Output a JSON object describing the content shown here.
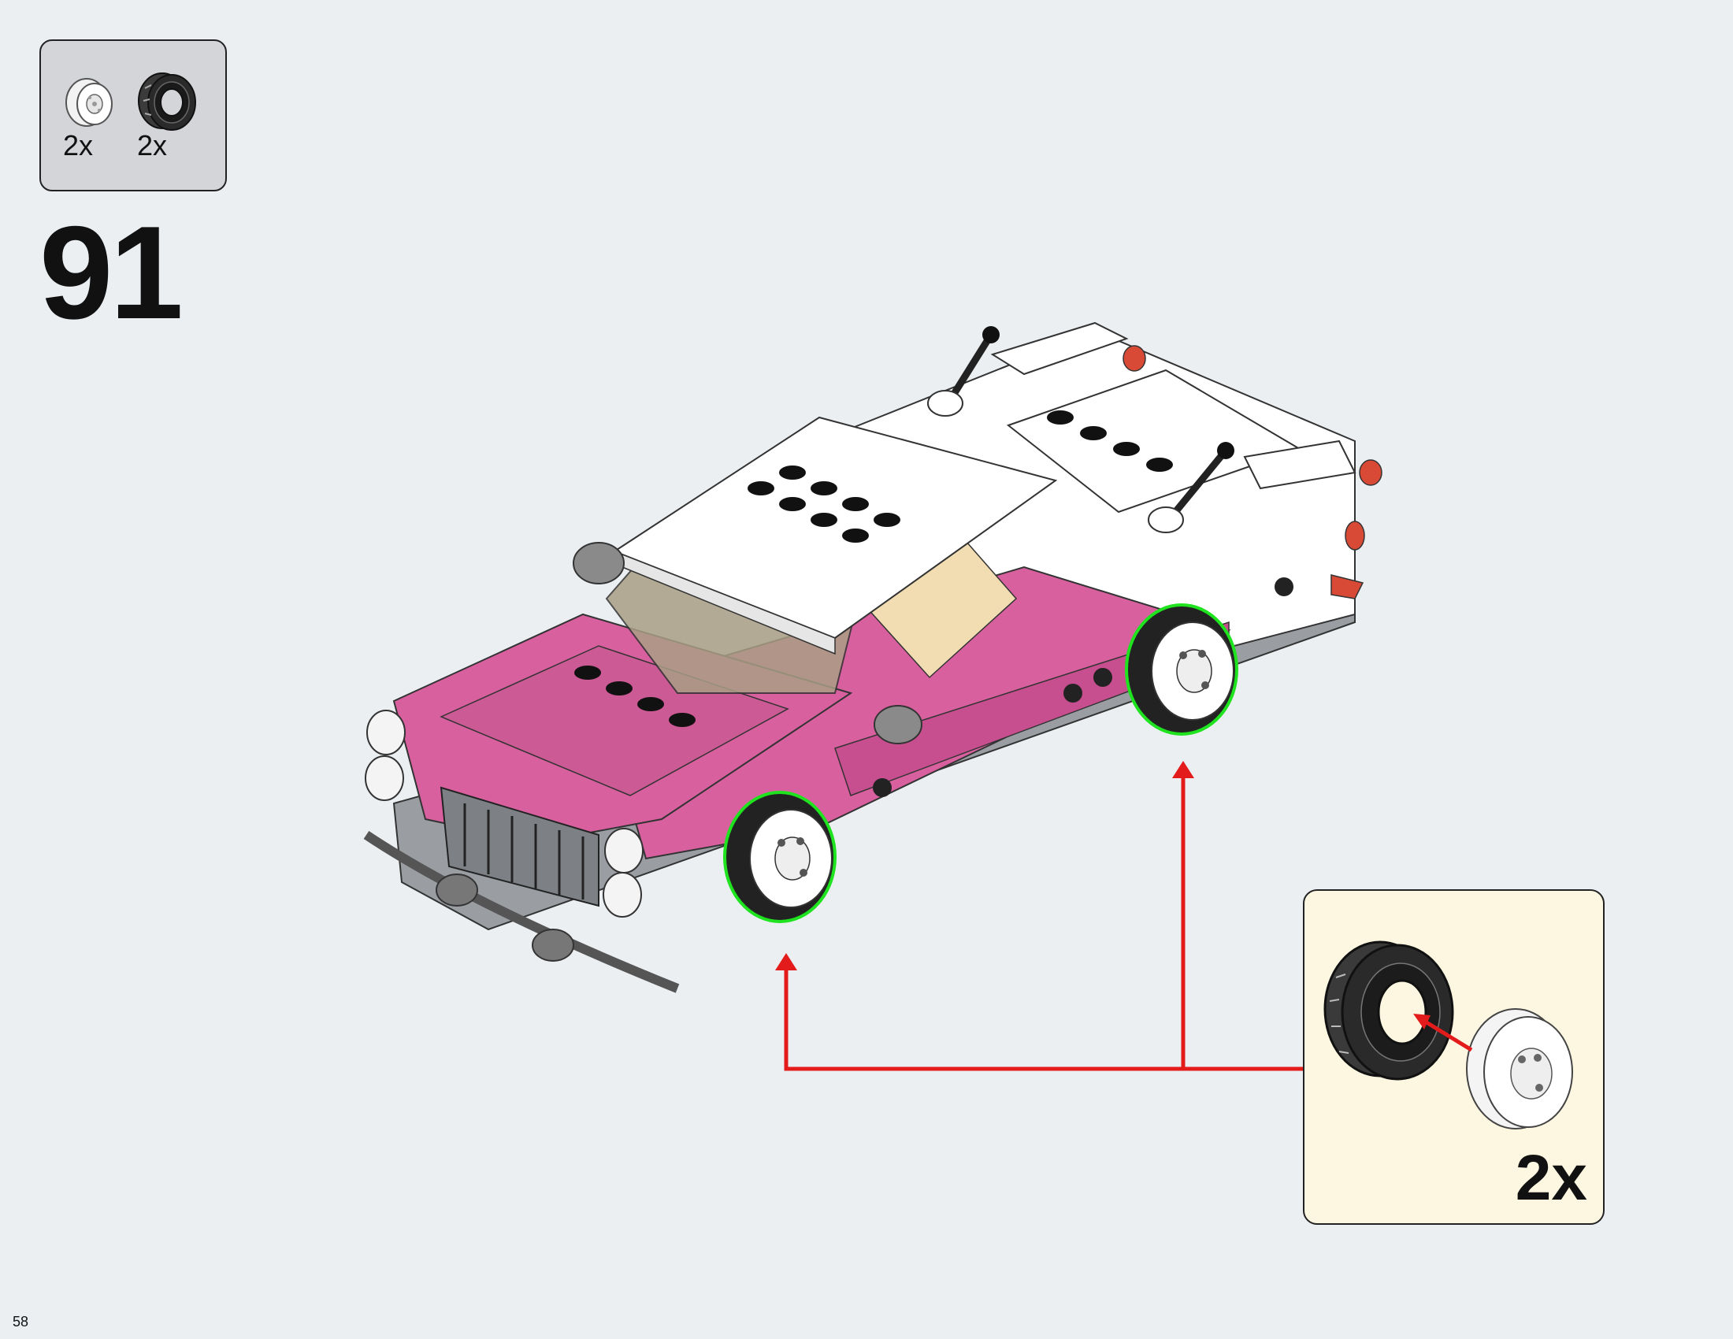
{
  "step": {
    "number": "91"
  },
  "parts_list": [
    {
      "part": "white-wheel-rim",
      "quantity": "2x"
    },
    {
      "part": "black-tire",
      "quantity": "2x"
    }
  ],
  "sub_assembly": {
    "quantity": "2x"
  },
  "page": {
    "number": "58"
  },
  "colors": {
    "background": "#ebeff2",
    "parts_panel": "#d3d5d9",
    "sub_panel": "#fdf7e1",
    "car_pink": "#d9609f",
    "car_white": "#ffffff",
    "frame_gray": "#9a9ea3",
    "arrow": "#e31b1b",
    "highlight": "#1ee31e"
  }
}
